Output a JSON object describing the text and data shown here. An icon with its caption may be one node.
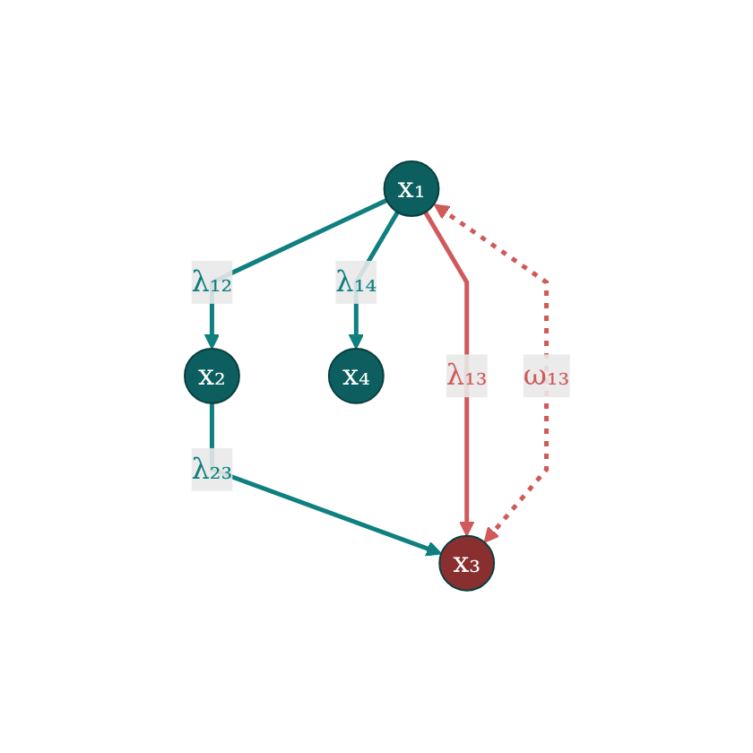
{
  "diagram": {
    "nodes": [
      {
        "text": [
          "x₁"
        ]
      },
      {
        "text": [
          "x₂"
        ]
      },
      {
        "text": [
          "x₃"
        ]
      },
      {
        "text": [
          "x₄"
        ]
      }
    ],
    "edges": [
      {
        "from": 0,
        "to": 1,
        "arrow": "to",
        "label": "λ₁₂"
      },
      {
        "from": 0,
        "to": 3,
        "arrow": "to",
        "label": "λ₁₄"
      },
      {
        "from": 1,
        "to": 2,
        "arrow": "to",
        "label": "λ₂₃"
      },
      {
        "from": 0,
        "to": 2,
        "arrow": "to",
        "label": "λ₁₃",
        "color": "#d05a5a"
      },
      {
        "from": 0,
        "to": 2,
        "arrow": "both",
        "label": "ω₁₃",
        "style": "dashed",
        "color": "#d05a5a"
      }
    ]
  }
}
